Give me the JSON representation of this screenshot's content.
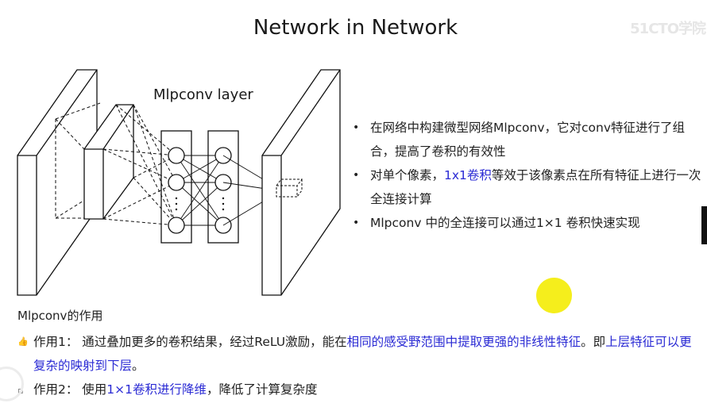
{
  "slide": {
    "title": "Network in Network",
    "watermark": "51CTO学院"
  },
  "diagram": {
    "label": "Mlpconv layer"
  },
  "bullets": [
    {
      "parts": [
        "在网络中构建微型网络Mlpconv，它对conv特征进行了组合，提高了卷积的有效性"
      ]
    },
    {
      "before": "对单个像素，",
      "highlight": "1x1卷积",
      "after": "等效于该像素点在所有特征上进行一次全连接计算"
    },
    {
      "parts": [
        "Mlpconv 中的全连接可以通过1×1 卷积快速实现"
      ]
    }
  ],
  "section": {
    "title": "Mlpconv的作用",
    "items": [
      {
        "marker": "thumb-up-icon",
        "before": "作用1： 通过叠加更多的卷积结果，经过ReLU激励，能在",
        "highlight": "相同的感受野范围中提取更强的非线性特征",
        "middle": "。即",
        "highlight2": "上层特征可以更复杂的映射到下层",
        "after": "。"
      },
      {
        "marker": "small-square-icon",
        "before": "作用2： 使用",
        "highlight": "1×1卷积进行降维",
        "after": "，降低了计算复杂度"
      }
    ]
  },
  "colors": {
    "highlight": "#2a2ad4",
    "cursor": "#f5ee1c"
  }
}
